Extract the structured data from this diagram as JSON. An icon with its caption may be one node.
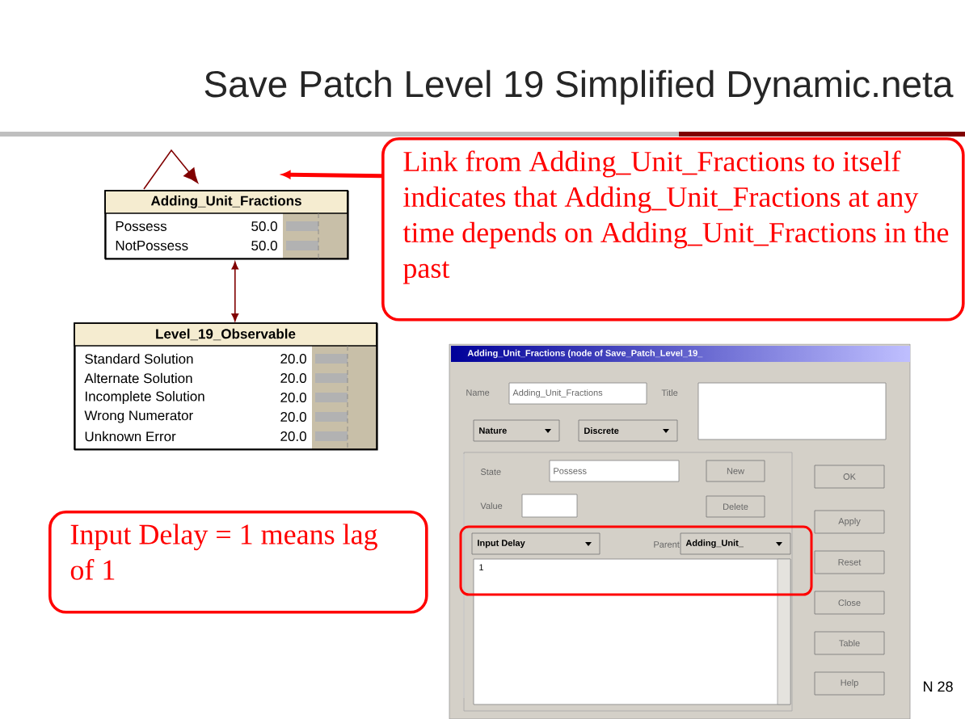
{
  "diagram": {
    "title": "Save Patch Level 19 Simplified Dynamic.neta",
    "nodes": [
      {
        "text": [
          "Adding_Unit_Fractions",
          "Possess",
          "50.0",
          "NotPossess",
          "50.0"
        ]
      },
      {
        "text": [
          "Level_19_Observable",
          "Standard Solution",
          "20.0",
          "Alternate Solution",
          "20.0",
          "Incomplete Solution",
          "20.0",
          "Wrong Numerator",
          "20.0",
          "Unknown Error",
          "20.0"
        ]
      },
      {
        "text": [
          "Link from Adding_Unit_Fractions to itself indicates that Adding_Unit_Fractions at any time depends on Adding_Unit_Fractions in the past"
        ]
      },
      {
        "text": [
          "Input Delay = 1 means lag of 1"
        ]
      }
    ],
    "edges": [
      {
        "from": 0,
        "to": 0,
        "arrow": "to"
      },
      {
        "from": 0,
        "to": 1,
        "arrow": "both"
      },
      {
        "from": 2,
        "to": 0,
        "arrow": "to",
        "style": "thick",
        "color": "#ff0000"
      }
    ],
    "labels": [
      "Adding_Unit_Fractions (node of Save_Patch_Level_19_",
      "Name",
      "Adding_Unit_Fractions",
      "Title",
      "Nature",
      "Discrete",
      "State",
      "Possess",
      "New",
      "OK",
      "Value",
      "Delete",
      "Apply",
      "Input Delay",
      "Parent",
      "Adding_Unit_",
      "Reset",
      "1",
      "Close",
      "Table",
      "Help",
      "N 28"
    ]
  }
}
